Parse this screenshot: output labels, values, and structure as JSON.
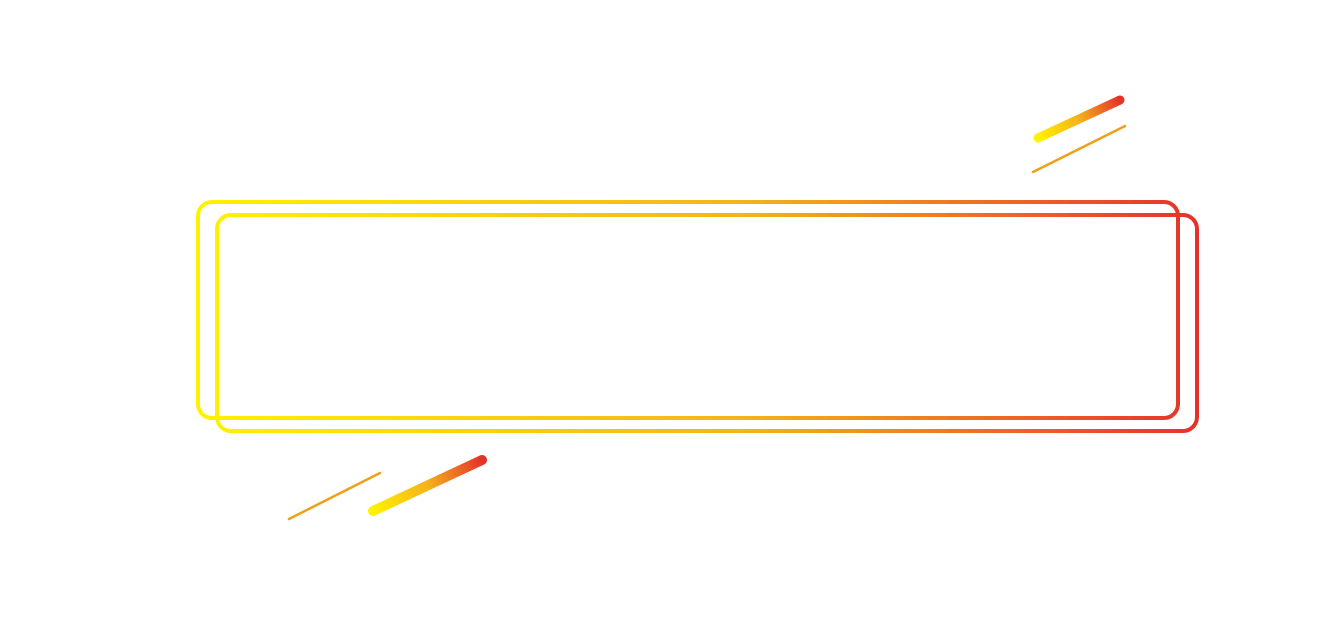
{
  "palette": {
    "gradient_start": "#fff200",
    "gradient_mid": "#f6b21a",
    "gradient_end": "#e4322b",
    "accent_line": "#eea017",
    "background": "#ffffff"
  },
  "frames": [
    {
      "name": "back-frame"
    },
    {
      "name": "front-frame"
    }
  ],
  "accents": [
    {
      "name": "top-right-streak",
      "style": "thick-gradient"
    },
    {
      "name": "top-right-line",
      "style": "thin"
    },
    {
      "name": "bottom-left-streak",
      "style": "thick-gradient"
    },
    {
      "name": "bottom-left-line",
      "style": "thin"
    }
  ]
}
